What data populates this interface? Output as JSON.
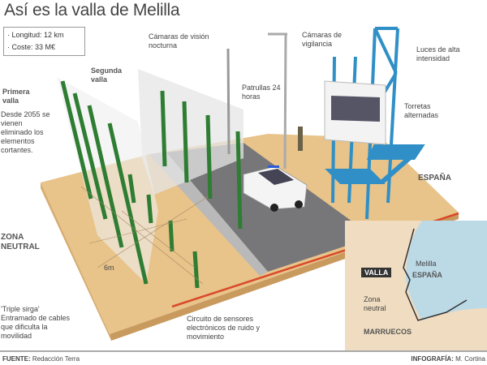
{
  "title": "Así es la valla de Melilla",
  "facts": [
    "· Longitud: 12 km",
    "· Coste: 33 M€"
  ],
  "labels": {
    "primera_valla": "Primera valla",
    "primera_valla_desc": "Desde 2055 se vienen eliminado los elementos cortantes.",
    "segunda_valla": "Segunda valla",
    "camaras_nocturna": "Cámaras de visión nocturna",
    "patrullas": "Patrullas 24 horas",
    "camaras_vigilancia": "Cámaras de vigilancia",
    "luces": "Luces de alta intensidad",
    "torretas": "Torretas alternadas",
    "espana": "ESPAÑA",
    "zona_neutral": "ZONA NEUTRAL",
    "altura": "6m",
    "triple_sirga": "'Triple sirga'",
    "triple_sirga_desc": "Entramado de cables que dificulta la movilidad",
    "circuito": "Circuito de sensores electrónicos de ruido y movimiento"
  },
  "map": {
    "valla": "VALLA",
    "melilla": "Melilla",
    "espana": "ESPAÑA",
    "zona_neutral": "Zona neutral",
    "marruecos": "MARRUECOS"
  },
  "footer": {
    "fuente_label": "FUENTE:",
    "fuente": "Redacción Terra",
    "infografia_label": "INFOGRAFÍA:",
    "infografia": "M. Cortina"
  },
  "colors": {
    "fence_green": "#2e7d32",
    "ground": "#e8c38a",
    "road": "#77777a",
    "tower_blue": "#2f8fc6",
    "sensor_red": "#d84a2a",
    "sea": "#bcd9e6"
  }
}
